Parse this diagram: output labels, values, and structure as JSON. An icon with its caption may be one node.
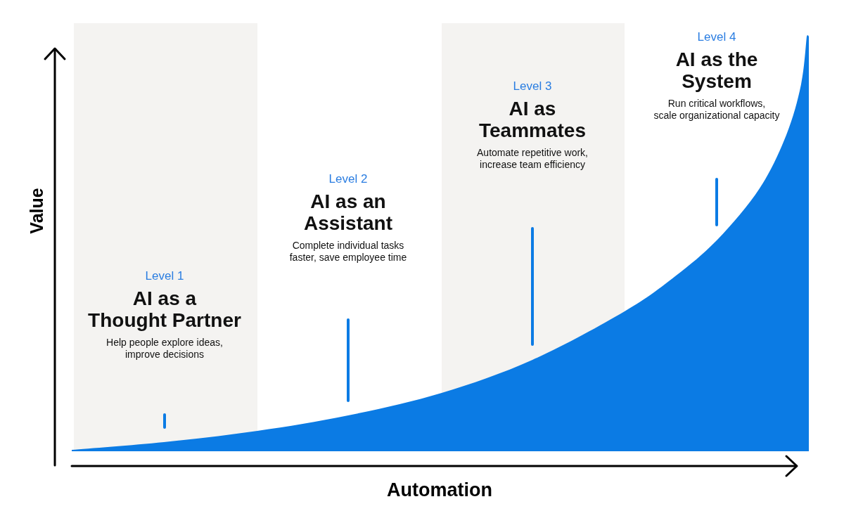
{
  "diagram": {
    "nodes": [
      {
        "text": [
          "Level 1",
          "AI as a Thought Partner",
          "Help people explore ideas, improve decisions"
        ]
      },
      {
        "text": [
          "Level 2",
          "AI as an Assistant",
          "Complete individual tasks faster, save employee time"
        ]
      },
      {
        "text": [
          "Level 3",
          "AI as Teammates",
          "Automate repetitive work, increase team efficiency"
        ]
      },
      {
        "text": [
          "Level 4",
          "AI as the System",
          "Run critical workflows, scale organizational capacity"
        ]
      }
    ],
    "labels": [
      "Value",
      "Automation"
    ]
  }
}
